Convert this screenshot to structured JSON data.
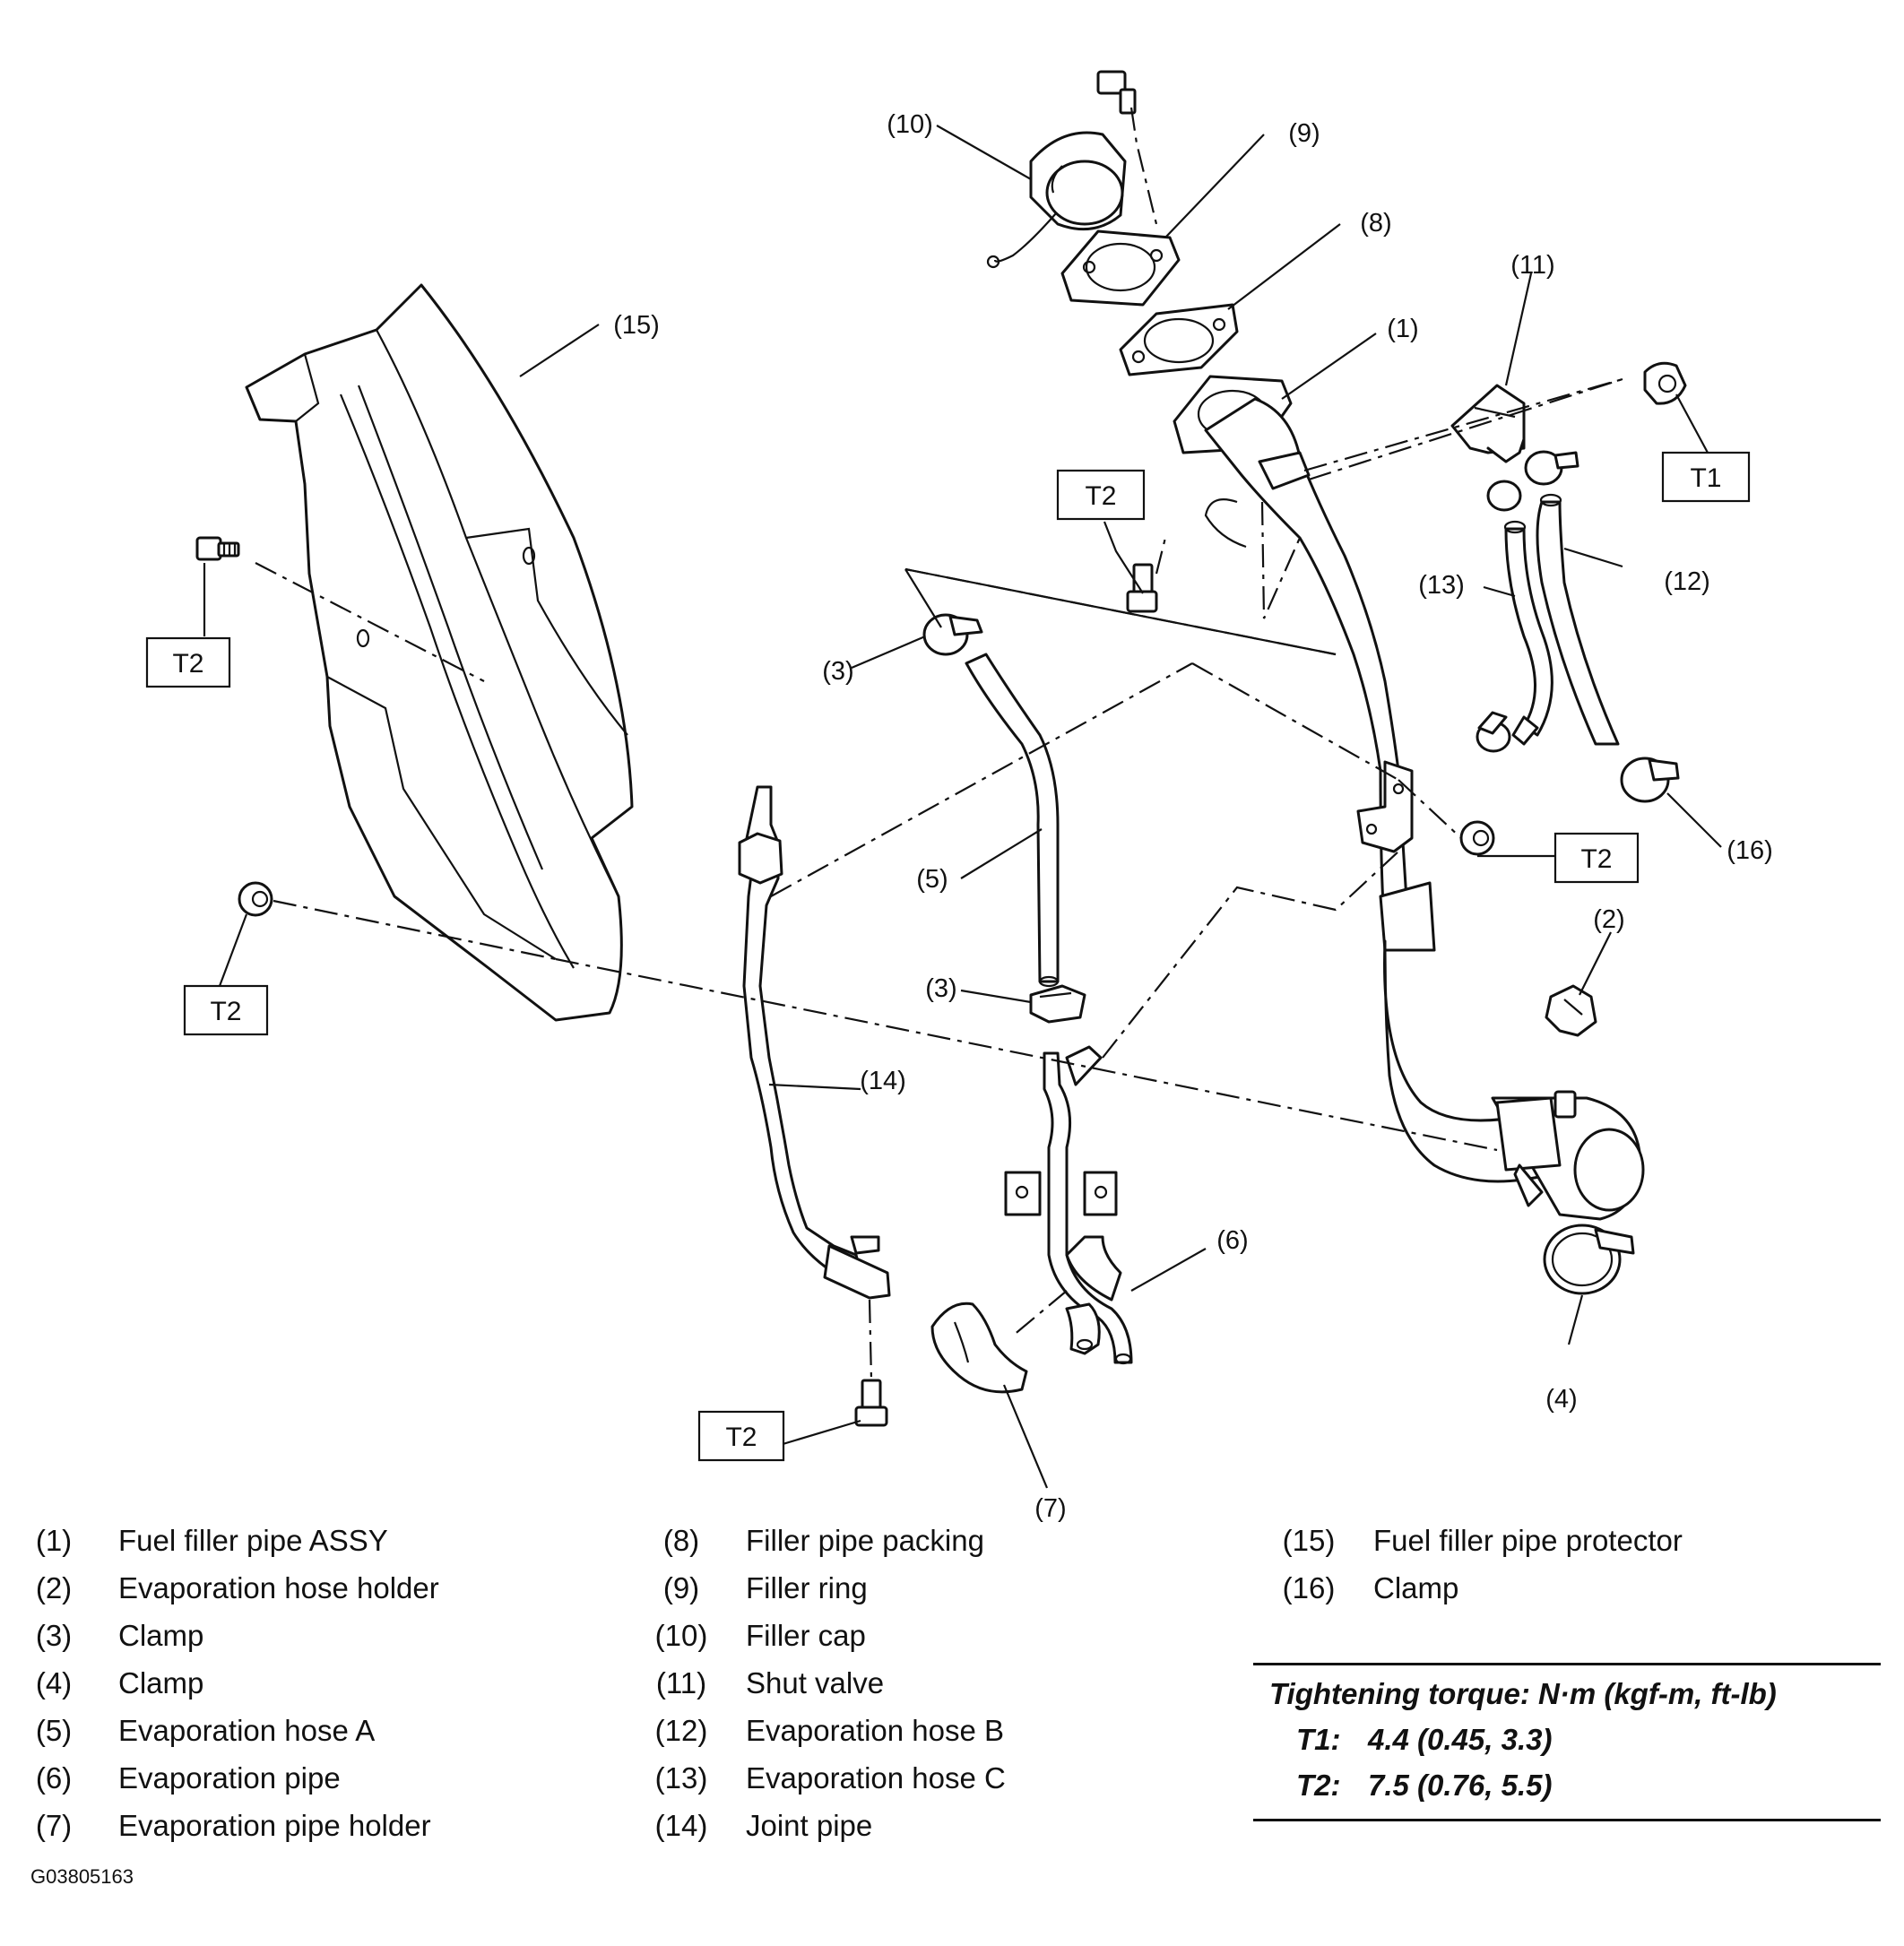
{
  "callouts": {
    "c1": "(1)",
    "c2": "(2)",
    "c3a": "(3)",
    "c3b": "(3)",
    "c4": "(4)",
    "c5": "(5)",
    "c6": "(6)",
    "c7": "(7)",
    "c8": "(8)",
    "c9": "(9)",
    "c10": "(10)",
    "c11": "(11)",
    "c12": "(12)",
    "c13": "(13)",
    "c14": "(14)",
    "c15": "(15)",
    "c16": "(16)"
  },
  "torque_boxes": {
    "t1": "T1",
    "t2_left_bolt": "T2",
    "t2_left_nut": "T2",
    "t2_center": "T2",
    "t2_right_nut": "T2",
    "t2_bottom": "T2"
  },
  "legend": {
    "col1": [
      {
        "num": "(1)",
        "label": "Fuel filler pipe ASSY"
      },
      {
        "num": "(2)",
        "label": "Evaporation hose holder"
      },
      {
        "num": "(3)",
        "label": "Clamp"
      },
      {
        "num": "(4)",
        "label": "Clamp"
      },
      {
        "num": "(5)",
        "label": "Evaporation hose A"
      },
      {
        "num": "(6)",
        "label": "Evaporation pipe"
      },
      {
        "num": "(7)",
        "label": "Evaporation pipe holder"
      }
    ],
    "col2": [
      {
        "num": "(8)",
        "label": "Filler pipe packing"
      },
      {
        "num": "(9)",
        "label": "Filler ring"
      },
      {
        "num": "(10)",
        "label": "Filler cap"
      },
      {
        "num": "(11)",
        "label": "Shut valve"
      },
      {
        "num": "(12)",
        "label": "Evaporation hose B"
      },
      {
        "num": "(13)",
        "label": "Evaporation hose C"
      },
      {
        "num": "(14)",
        "label": "Joint pipe"
      }
    ],
    "col3": [
      {
        "num": "(15)",
        "label": "Fuel filler pipe protector"
      },
      {
        "num": "(16)",
        "label": "Clamp"
      }
    ]
  },
  "torque_table": {
    "title": "Tightening torque: N·m (kgf-m, ft-lb)",
    "rows": [
      {
        "key": "T1:",
        "value": "4.4 (0.45, 3.3)"
      },
      {
        "key": "T2:",
        "value": "7.5 (0.76, 5.5)"
      }
    ]
  },
  "figure_code": "G03805163"
}
